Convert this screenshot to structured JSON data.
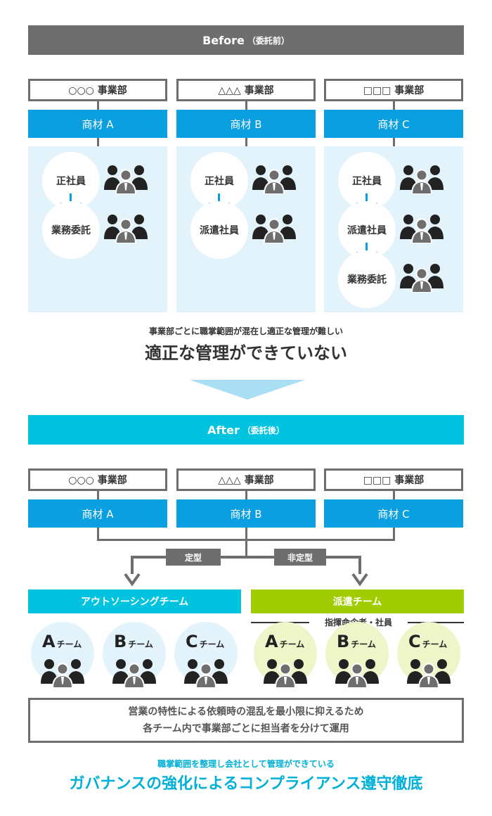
{
  "before": {
    "header": "Before",
    "header_sub": "（委託前）",
    "departments": [
      "○○○ 事業部",
      "△△△ 事業部",
      "□□□ 事業部"
    ],
    "products": [
      "商材 A",
      "商材 B",
      "商材 C"
    ],
    "columns": [
      {
        "roles": [
          "正社員",
          "業務委託"
        ]
      },
      {
        "roles": [
          "正社員",
          "派遣社員"
        ]
      },
      {
        "roles": [
          "正社員",
          "派遣社員",
          "業務委託"
        ]
      }
    ],
    "message_small": "事業部ごとに職掌範囲が混在し適正な管理が難しい",
    "message_big": "適正な管理ができていない"
  },
  "after": {
    "header": "After",
    "header_sub": "（委託後）",
    "departments": [
      "○○○ 事業部",
      "△△△ 事業部",
      "□□□ 事業部"
    ],
    "products": [
      "商材 A",
      "商材 B",
      "商材 C"
    ],
    "tag_left": "定型",
    "tag_right": "非定型",
    "team_outsourcing": {
      "title": "アウトソーシングチーム",
      "teams": [
        {
          "letter": "A",
          "suffix": "チーム"
        },
        {
          "letter": "B",
          "suffix": "チーム"
        },
        {
          "letter": "C",
          "suffix": "チーム"
        }
      ]
    },
    "team_dispatch": {
      "title": "派遣チーム",
      "subtitle": "指揮命令者・社員",
      "teams": [
        {
          "letter": "A",
          "suffix": "チーム"
        },
        {
          "letter": "B",
          "suffix": "チーム"
        },
        {
          "letter": "C",
          "suffix": "チーム"
        }
      ]
    },
    "note_line1": "営業の特性による依頼時の混乱を最小限に抑えるため",
    "note_line2": "各チーム内で事業部ごとに担当者を分けて運用",
    "result_small": "職掌範囲を整理し会社として管理ができている",
    "result_big": "ガバナンスの強化によるコンプライアンス遵守徹底"
  },
  "colors": {
    "gray": "#6e6e6e",
    "blue": "#0a9fe0",
    "cyan": "#00c3e0",
    "green": "#a0cc00",
    "light_blue_panel": "#e3f3fb",
    "light_green_circle": "#eef5c8"
  },
  "icons": {
    "people": "people-group-icon",
    "plus": "plus-icon",
    "arrow": "down-arrow-icon"
  }
}
